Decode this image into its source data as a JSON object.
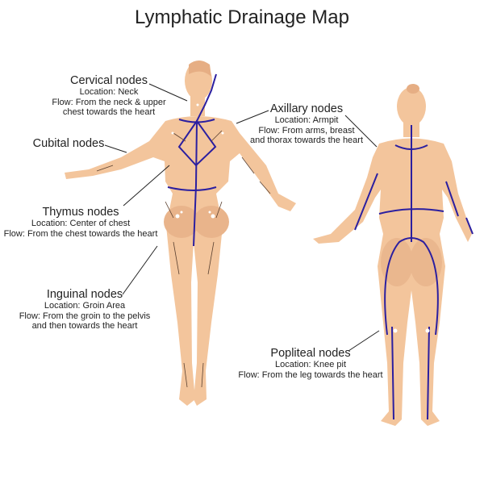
{
  "title": "Lymphatic Drainage Map",
  "labels": {
    "cervical": {
      "name": "Cervical nodes",
      "location": "Location: Neck",
      "flow1": "Flow: From the neck & upper",
      "flow2": "chest towards the heart"
    },
    "cubital": {
      "name": "Cubital nodes"
    },
    "thymus": {
      "name": "Thymus nodes",
      "location": "Location: Center of chest",
      "flow1": "Flow: From the chest towards the heart"
    },
    "inguinal": {
      "name": "Inguinal nodes",
      "location": "Location: Groin Area",
      "flow1": "Flow: From the groin to the pelvis",
      "flow2": "and then towards the heart"
    },
    "axillary": {
      "name": "Axillary nodes",
      "location": "Location: Armpit",
      "flow1": "Flow: From arms, breast",
      "flow2": "and thorax towards the heart"
    },
    "popliteal": {
      "name": "Popliteal nodes",
      "location": "Location: Knee pit",
      "flow1": "Flow: From the leg towards the heart"
    }
  },
  "colors": {
    "skin": "#f3c59c",
    "skin_shade": "#e6ae84",
    "vessel": "#2b1fa0",
    "arrow": "#5a4030"
  }
}
